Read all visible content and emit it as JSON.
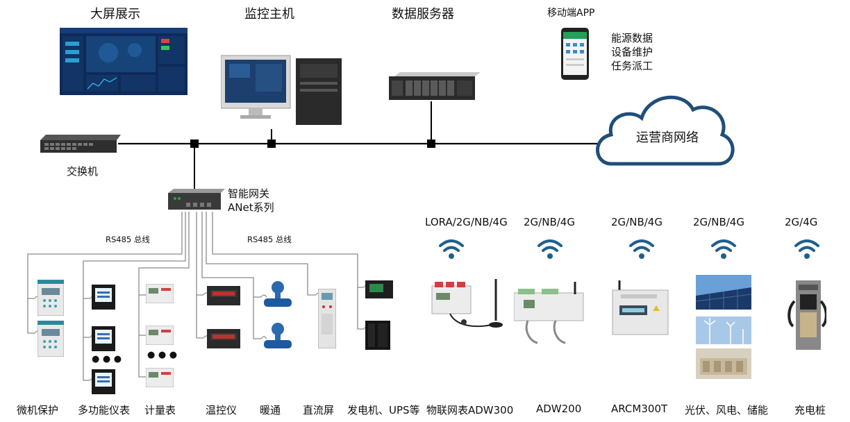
{
  "top": {
    "big_screen": "大屏展示",
    "monitor_host": "监控主机",
    "data_server": "数据服务器",
    "mobile_app": "移动端APP",
    "app_features": [
      "能源数据",
      "设备维护",
      "任务派工"
    ]
  },
  "network": {
    "switch": "交换机",
    "cloud": "运营商网络",
    "gateway_line1": "智能网关",
    "gateway_line2": "ANet系列",
    "bus_left": "RS485 总线",
    "bus_right": "RS485 总线"
  },
  "wireless": [
    {
      "protocol": "LORA/2G/NB/4G",
      "device": "物联网表ADW300"
    },
    {
      "protocol": "2G/NB/4G",
      "device": "ADW200"
    },
    {
      "protocol": "2G/NB/4G",
      "device": "ARCM300T"
    },
    {
      "protocol": "2G/NB/4G",
      "device": "光伏、风电、储能"
    },
    {
      "protocol": "2G/4G",
      "device": "充电桩"
    }
  ],
  "wired_devices": [
    "微机保护",
    "多功能仪表",
    "计量表",
    "温控仪",
    "暖通",
    "直流屏",
    "发电机、UPS等"
  ],
  "ellipsis": "● ● ●",
  "colors": {
    "cloud": "#1f4e79",
    "screen_bg": "#0e2a5a",
    "line": "#000000",
    "wifi": "#1f5f8b"
  }
}
